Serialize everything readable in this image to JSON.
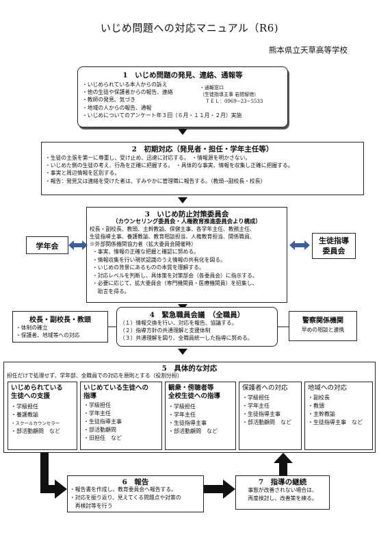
{
  "title": "いじめ問題への対応マニュアル（R6)",
  "school": "熊本県立天草高等学校",
  "s1": {
    "heading": "1　いじめ問題の発見、連絡、通報等",
    "items": [
      "・いじめられている本人からの訴え",
      "・他の生徒や保護者からの報告、連絡",
      "・教師の発見、気づき",
      "・地域の人からの報告、通報",
      "・いじめについてのアンケート年３回（６月・１１月・２月）実施"
    ],
    "contact": [
      "・通報窓口",
      "（生徒指導主事 岩間智徳）",
      "ＴＥＬ：0969−23−5533"
    ]
  },
  "s2": {
    "heading": "2　初期対応（発見者・担任・学年主任等）",
    "lines": [
      "・生徒の主張を第一に尊重し、受け止め、迅速に対応する。　・情報源を明かさない。",
      "・いじめた側の生徒の考え、行為を正確に把握する。　・具体的な事実、情報を収集し正確に把握する。",
      "・事実と周辺情報を区別する。",
      "・報告：発見又は連絡を受けた者は、すみやかに管理職に報告する。（教頭→副校長・校長）"
    ]
  },
  "s3": {
    "heading": "3　いじめ防止対策委員会",
    "subheading": "（カウンセリング委員会・人権教育推進委員会より構成）",
    "members": [
      "校長・副校長、教頭、主幹教諭、保健主事、各学年主任、教務主任、",
      "生徒指導主事、養護教諭、教育相談担当、人権教育担当、関係職員、",
      "※外部関係機関協力者（拡大委員会開催時）"
    ],
    "items": [
      "・事実、情報の正確な把握と確認に努める。",
      "・情報収集を行い現状認識のうえ情報の共有化を図る。",
      "・いじめの背景にあるものの本質を理解する。",
      "・対応レベルを判断し、具体策を対策部会（各委員会）に指示する。",
      "・必要に応じて、拡大委員会（専門機関員・医療機関員）を招集し、",
      "　助言を得る。"
    ]
  },
  "gakunenkai": "学年会",
  "seito": [
    "生徒指導",
    "委員会"
  ],
  "kocho": {
    "heading": "校長・副校長・教頭",
    "items": [
      "・体制の確立",
      "・保護者、地域等への対応"
    ]
  },
  "s4": {
    "heading": "4　緊急職員会議　（全職員）",
    "items": [
      "（１）情報交換を行い、対応を報告、協議する。",
      "（２）指導方針の共通理解と支援体制",
      "（３）共通理解を図り、全職員統一した指導に努める。"
    ]
  },
  "police": {
    "heading": "警察関係機関",
    "text": "早めの相談と連携"
  },
  "s5": {
    "heading": "5　具体的な対応",
    "note": "担任だけで処理せず、学年部、全職員での対応を原則とする（役割分担）",
    "col1": {
      "title": [
        "いじめられている",
        "生徒への支援"
      ],
      "items": [
        "・学級担任",
        "・養護教諭",
        "・スクールカウンセラー",
        "・部活動顧問　など"
      ]
    },
    "col2": {
      "title": [
        "いじめている生徒への",
        "指導"
      ],
      "items": [
        "・学級担任",
        "・学年主任",
        "・生徒指導主事",
        "・部活動顧問",
        "・旧担任　など"
      ]
    },
    "col3": {
      "title": [
        "観衆・傍聴者等",
        "全校生徒への指導"
      ],
      "items": [
        "・学級担任",
        "・学年主任",
        "・生徒指導主事",
        "・部活動顧問　など"
      ]
    },
    "col4": {
      "title": [
        "保護者への対応"
      ],
      "items": [
        "・学級担任",
        "・学年主任",
        "・生徒指導主事",
        "・部活動顧問　など"
      ]
    },
    "col5": {
      "title": [
        "地域への対応"
      ],
      "items": [
        "・副校長",
        "・教頭",
        "・主幹教諭",
        "・生徒指導主事　など"
      ]
    }
  },
  "s6": {
    "heading": "6　報告",
    "items": [
      "・報告書を作成し、教育委員会へ報告する。",
      "・対応を振り返り、見えてくる問題点や対策の",
      "　再検討等を行う"
    ]
  },
  "s7": {
    "heading": "7　指導の継続",
    "items": [
      "事態が改善されない場合は、",
      "再度検討し、改善策を練る。"
    ]
  }
}
